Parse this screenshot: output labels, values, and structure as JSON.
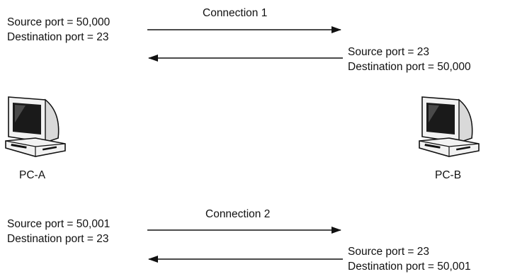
{
  "connections": [
    {
      "title": "Connection 1",
      "outbound": {
        "src_label": "Source port = 50,000",
        "dst_label": "Destination port = 23"
      },
      "inbound": {
        "src_label": "Source port = 23",
        "dst_label": "Destination port = 50,000"
      }
    },
    {
      "title": "Connection 2",
      "outbound": {
        "src_label": "Source port = 50,001",
        "dst_label": "Destination port = 23"
      },
      "inbound": {
        "src_label": "Source port = 23",
        "dst_label": "Destination port = 50,001"
      }
    }
  ],
  "hosts": {
    "left": {
      "label": "PC-A",
      "icon": "computer-icon"
    },
    "right": {
      "label": "PC-B",
      "icon": "computer-icon"
    }
  },
  "colors": {
    "line": "#111111",
    "monitor_dark": "#1a1a1a",
    "monitor_light": "#f2f2f2"
  }
}
